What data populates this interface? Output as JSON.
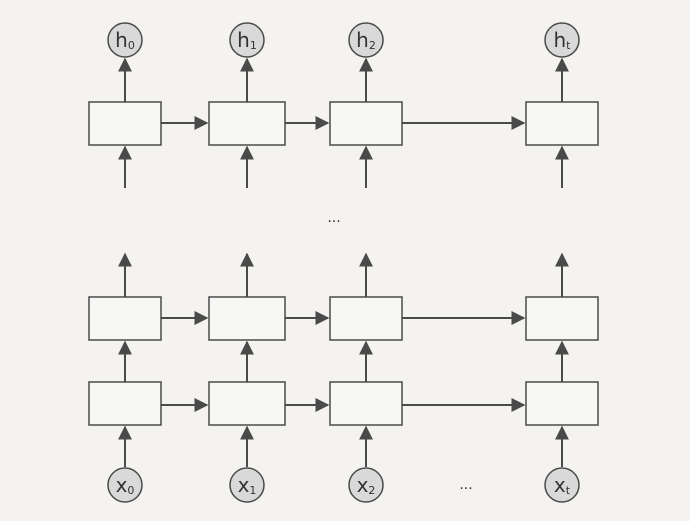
{
  "outputs": [
    {
      "base": "h",
      "sub": "0"
    },
    {
      "base": "h",
      "sub": "1"
    },
    {
      "base": "h",
      "sub": "2"
    },
    {
      "base": "h",
      "sub": "t"
    }
  ],
  "inputs": [
    {
      "base": "x",
      "sub": "0"
    },
    {
      "base": "x",
      "sub": "1"
    },
    {
      "base": "x",
      "sub": "2"
    },
    {
      "base": "x",
      "sub": "t"
    }
  ],
  "ellipsis_middle": "...",
  "ellipsis_bottom": "...",
  "colors": {
    "stroke": "#4a4a4a",
    "circle_fill": "#d9d9d9",
    "box_fill": "#f7f7f5",
    "text": "#333333"
  }
}
